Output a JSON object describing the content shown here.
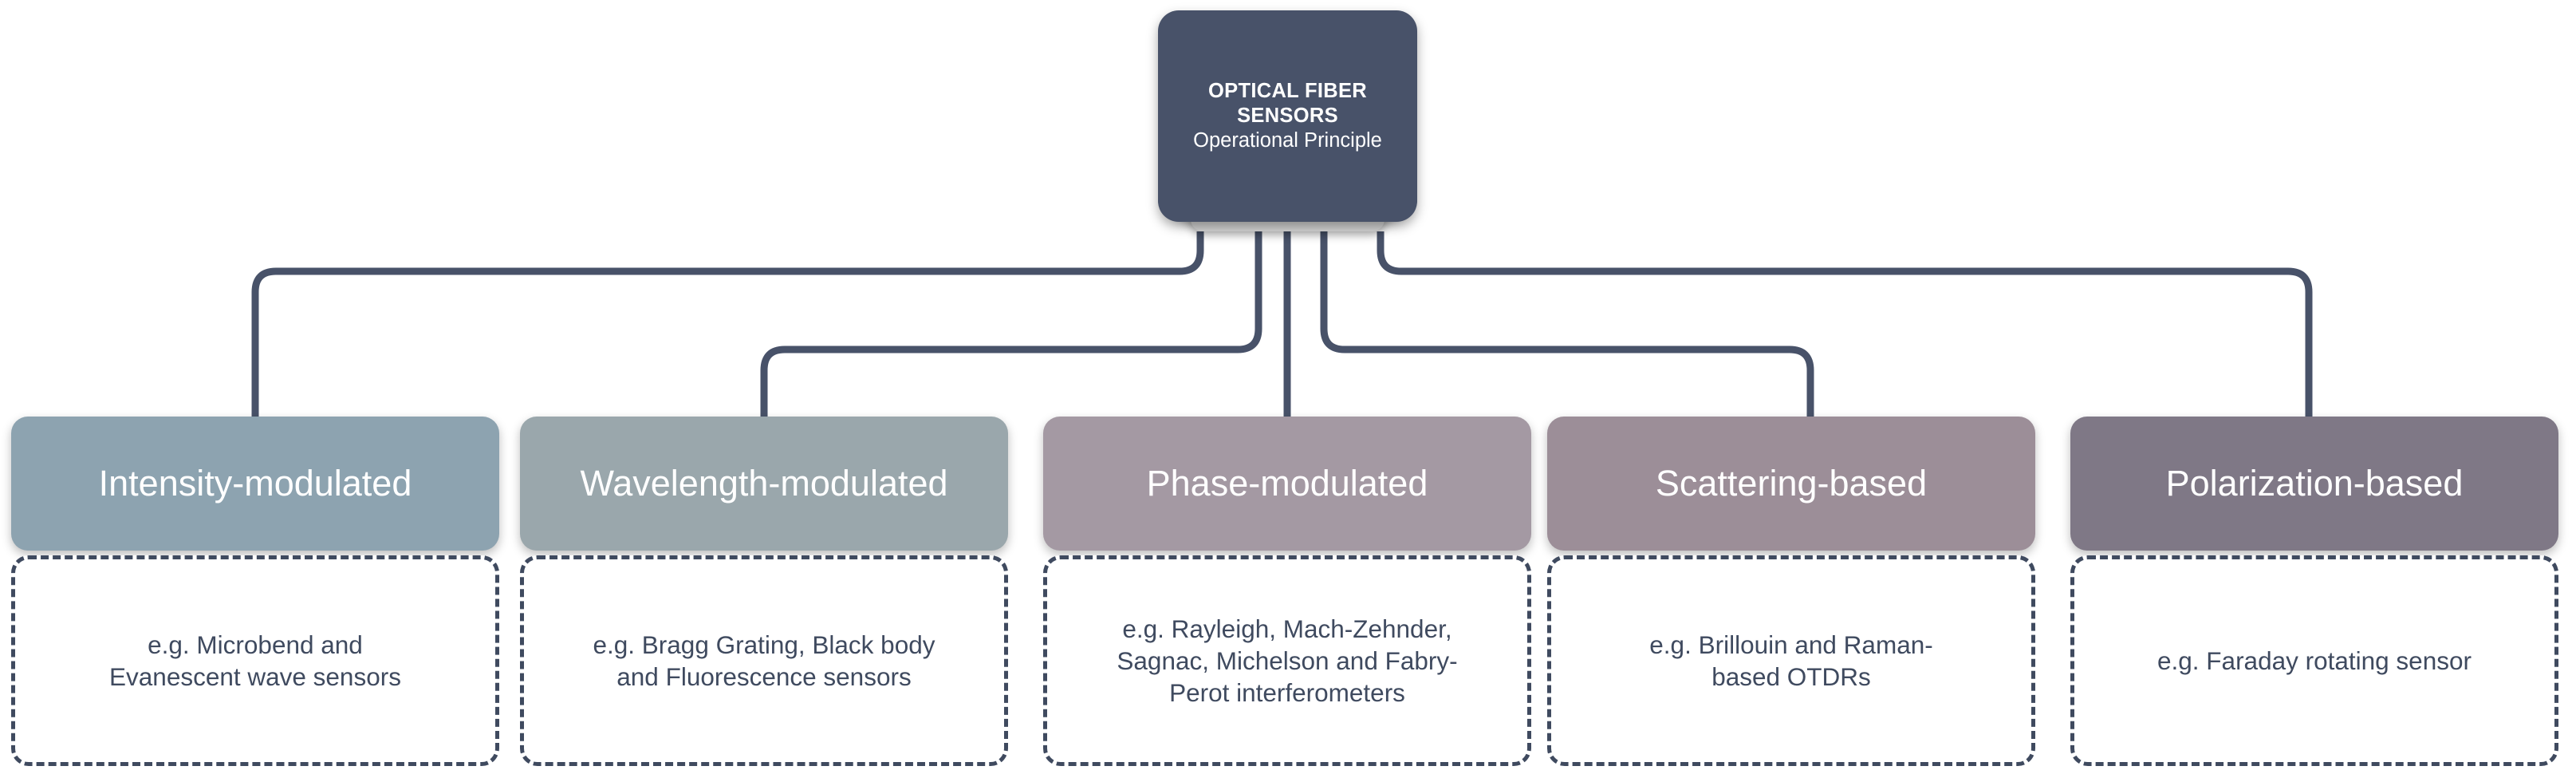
{
  "diagram": {
    "type": "hierarchy-tree",
    "orientation": "top-down",
    "root": {
      "title": "OPTICAL FIBER SENSORS",
      "subtitle": "Operational Principle",
      "fill": "#485269",
      "text_color": "#ffffff",
      "stack_layer_back": "#6e6e6e",
      "stack_layer_mid": "#d2d2d2"
    },
    "connector": {
      "color": "#485269",
      "width": 9,
      "corner_radius": 26,
      "style": "orthogonal-elbow"
    },
    "branches": [
      {
        "id": "intensity-modulated",
        "label": "Intensity-modulated",
        "fill": "#8da3b0",
        "label_color": "#ffffff",
        "example": "e.g. Microbend and Evanescent wave sensors",
        "example_lines": [
          "e.g. Microbend and",
          "Evanescent wave sensors"
        ],
        "example_border_color": "#3f4a5f",
        "example_text_color": "#3f4a5f",
        "example_border_style": "dashed"
      },
      {
        "id": "wavelength-modulated",
        "label": "Wavelength-modulated",
        "fill": "#9aa7ac",
        "label_color": "#ffffff",
        "example": "e.g. Bragg Grating, Black body and Fluorescence sensors",
        "example_lines": [
          "e.g. Bragg Grating, Black body",
          "and Fluorescence sensors"
        ],
        "example_border_color": "#3f4a5f",
        "example_text_color": "#3f4a5f",
        "example_border_style": "dashed"
      },
      {
        "id": "phase-modulated",
        "label": "Phase-modulated",
        "fill": "#a499a3",
        "label_color": "#ffffff",
        "example": "e.g. Rayleigh, Mach-Zehnder, Sagnac, Michelson and Fabry-Perot interferometers",
        "example_lines": [
          "e.g. Rayleigh, Mach-Zehnder,",
          "Sagnac, Michelson and Fabry-",
          "Perot interferometers"
        ],
        "example_border_color": "#3f4a5f",
        "example_text_color": "#3f4a5f",
        "example_border_style": "dashed"
      },
      {
        "id": "scattering-based",
        "label": "Scattering-based",
        "fill": "#9c8e98",
        "label_color": "#ffffff",
        "example": "e.g. Brillouin and Raman-based OTDRs",
        "example_lines": [
          "e.g. Brillouin and Raman-",
          "based OTDRs"
        ],
        "example_border_color": "#3f4a5f",
        "example_text_color": "#3f4a5f",
        "example_border_style": "dashed"
      },
      {
        "id": "polarization-based",
        "label": "Polarization-based",
        "fill": "#7f7886",
        "label_color": "#ffffff",
        "example": "e.g. Faraday rotating sensor",
        "example_lines": [
          "e.g. Faraday rotating sensor"
        ],
        "example_border_color": "#3f4a5f",
        "example_text_color": "#3f4a5f",
        "example_border_style": "dashed"
      }
    ],
    "background": "#ffffff"
  }
}
